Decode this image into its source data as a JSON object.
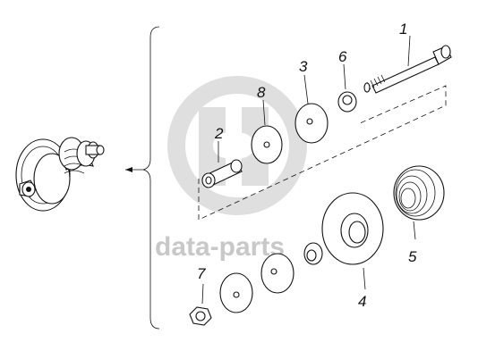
{
  "watermark": {
    "text": "data-parts"
  },
  "callouts": {
    "p1": "1",
    "p2": "2",
    "p3": "3",
    "p4": "4",
    "p5": "5",
    "p6": "6",
    "p7": "7",
    "p8": "8"
  },
  "colors": {
    "ink": "#111111",
    "watermark": "#d0d0d0",
    "background": "#ffffff"
  }
}
